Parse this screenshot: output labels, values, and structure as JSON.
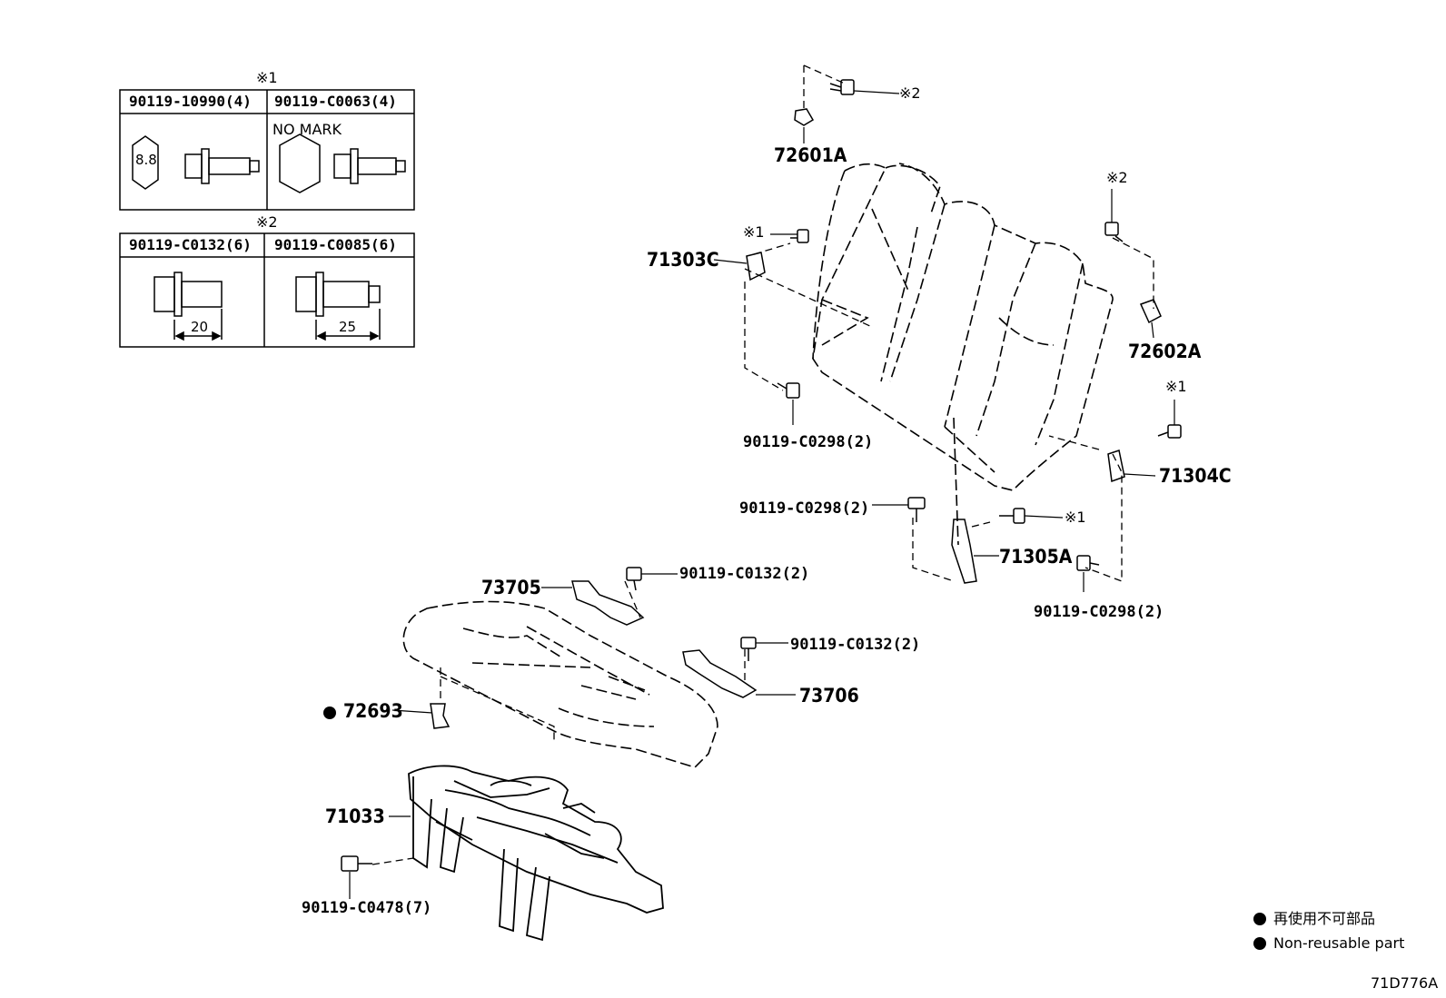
{
  "table1": {
    "ref": "※1",
    "headers": [
      "90119-10990(4)",
      "90119-C0063(4)"
    ],
    "mark_88": "8.8",
    "no_mark": "NO MARK"
  },
  "table2": {
    "ref": "※2",
    "headers": [
      "90119-C0132(6)",
      "90119-C0085(6)"
    ],
    "dims": [
      "20",
      "25"
    ]
  },
  "parts": {
    "p72601A": "72601A",
    "p72602A": "72602A",
    "p71303C": "71303C",
    "p71304C": "71304C",
    "p71305A": "71305A",
    "p73705": "73705",
    "p73706": "73706",
    "p72693": "72693",
    "p71033": "71033",
    "bolt_c0298_a": "90119-C0298(2)",
    "bolt_c0298_b": "90119-C0298(2)",
    "bolt_c0298_c": "90119-C0298(2)",
    "bolt_c0132_a": "90119-C0132(2)",
    "bolt_c0132_b": "90119-C0132(2)",
    "bolt_c0478": "90119-C0478(7)"
  },
  "refs": {
    "r_72601A": "※2",
    "r_72602A": "※2",
    "r_71303C": "※1",
    "r_71304C": "※1",
    "r_71305A": "※1"
  },
  "legend": {
    "jp": "再使用不可部品",
    "en": "Non-reusable part"
  },
  "diagram_code": "71D776A"
}
